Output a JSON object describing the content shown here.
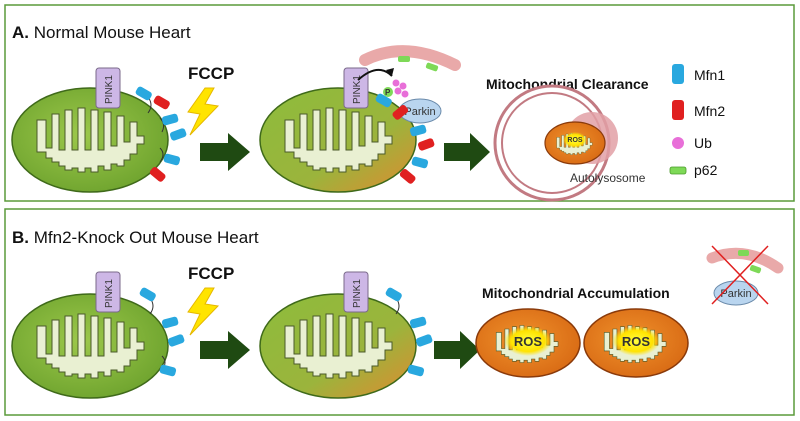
{
  "panelA": {
    "letter": "A.",
    "title": "Normal Mouse Heart",
    "fccp": "FCCP",
    "pink1": "PINK1",
    "parkin": "Parkin",
    "phospho": "P",
    "clearance": "Mitochondrial Clearance",
    "ros": "ROS",
    "autolysosome": "Autolysosome"
  },
  "legend": [
    {
      "label": "Mfn1",
      "color": "#29a8df"
    },
    {
      "label": "Mfn2",
      "color": "#e02020"
    },
    {
      "label": "Ub",
      "color": "#e86fd8"
    },
    {
      "label": "p62",
      "color": "#7ed957"
    }
  ],
  "panelB": {
    "letter": "B.",
    "title": "Mfn2-Knock Out Mouse Heart",
    "fccp": "FCCP",
    "pink1": "PINK1",
    "parkin": "Parkin",
    "accumulation": "Mitochondrial Accumulation",
    "ros": "ROS"
  },
  "colors": {
    "panel_border": "#5a9a3a",
    "mito_green": "#7fb23a",
    "mito_orange": "#e07a20",
    "cristae": "#e9f0d2",
    "arrow": "#1f4a12",
    "pink1_box": "#cdb7e6",
    "parkin": "#b9d5ef",
    "lightning": "#ffe400"
  }
}
